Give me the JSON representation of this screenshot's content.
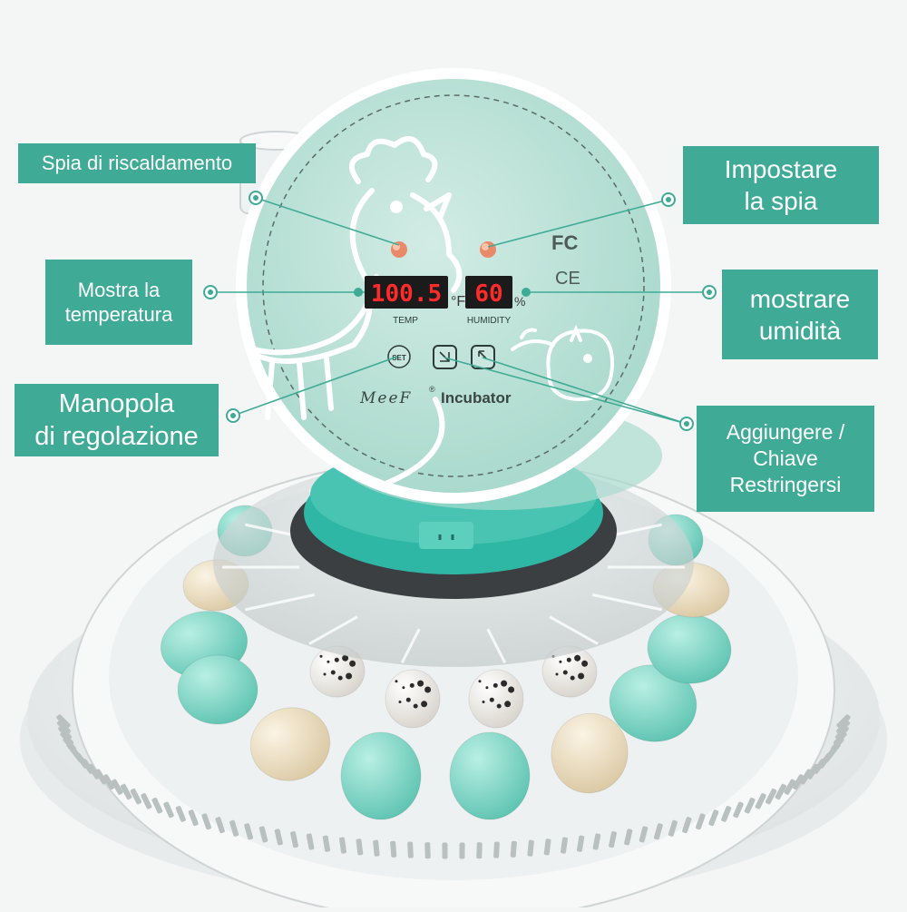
{
  "callouts": {
    "heating_light": "Spia di riscaldamento",
    "show_temperature": "Mostra la temperatura",
    "adjust_knob": [
      "Manopola",
      "di regolazione"
    ],
    "set_light": [
      "Impostare",
      "la spia"
    ],
    "show_humidity": [
      "mostrare",
      "umidità"
    ],
    "keys": [
      "Aggiungere /",
      "Chiave",
      "Restringersi"
    ]
  },
  "panel": {
    "temp_display": "100.5",
    "temp_unit": "°F",
    "humidity_display": "60",
    "humidity_unit": "%",
    "temp_label": "TEMP",
    "humidity_label": "HUMIDITY",
    "set_button": "SET",
    "brand_script": "MeeF",
    "brand_mark": "®",
    "brand_product": "Incubator",
    "cert_fc": "FC",
    "cert_ce": "CE"
  },
  "colors": {
    "callout_bg": "#3fab96",
    "panel_mint": "#bfe3d9",
    "teal_body": "#2fb7a5",
    "led_red": "#ff2a2a",
    "egg_green": "#7fd6c6",
    "egg_cream": "#efe1c4"
  }
}
